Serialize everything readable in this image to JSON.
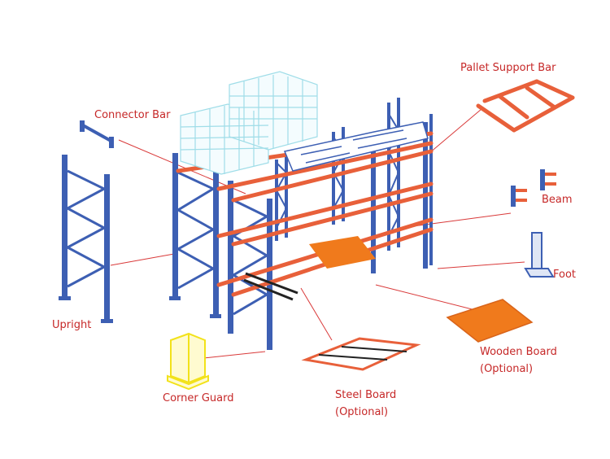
{
  "labels": {
    "pallet_support_bar": "Pallet Support Bar",
    "connector_bar": "Connector Bar",
    "beam": "Beam",
    "foot": "Foot",
    "upright": "Upright",
    "wooden_board": "Wooden Board",
    "wooden_board_optional": "(Optional)",
    "corner_guard": "Corner Guard",
    "steel_board": "Steel Board",
    "steel_board_optional": "(Optional)"
  },
  "colors": {
    "upright_blue": "#3d5fb3",
    "beam_orange": "#e8603a",
    "leader_red": "#d93a3a",
    "label_red": "#c62828",
    "pallet_cyan": "#9fdde8",
    "wood_orange": "#f07a1c",
    "guard_yellow": "#f2e21a",
    "steel_black": "#222222"
  }
}
